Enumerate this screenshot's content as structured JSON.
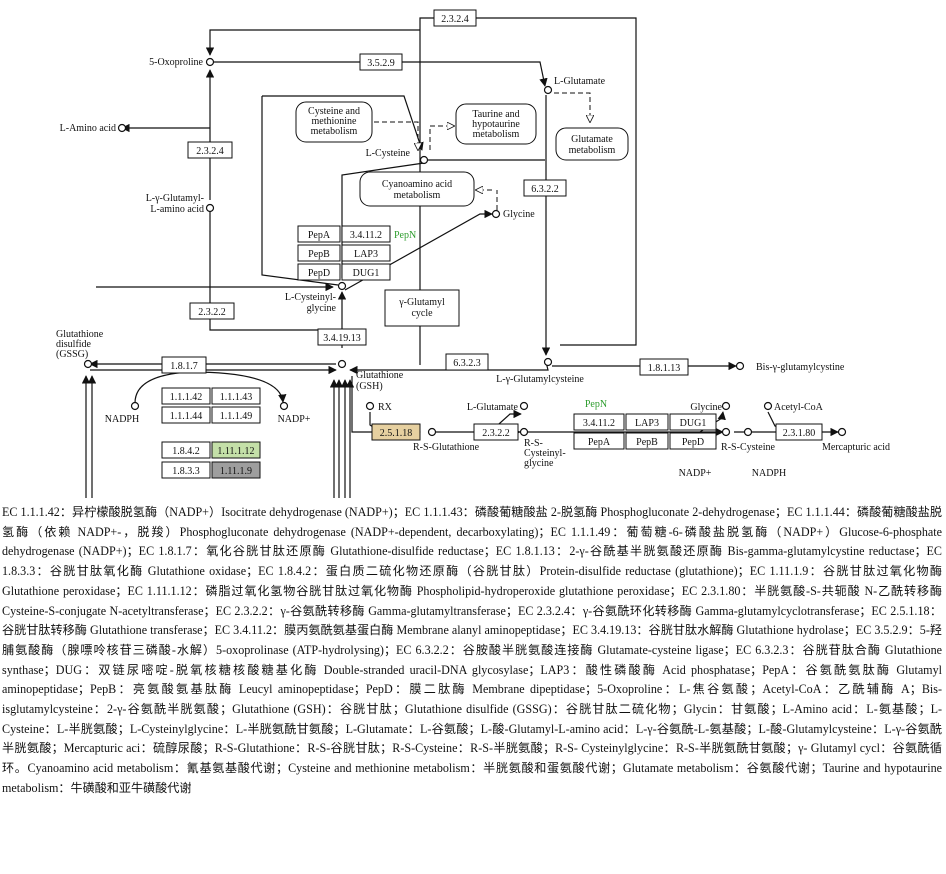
{
  "compounds": {
    "oxoproline": "5-Oxoproline",
    "l_glutamate_top": "L-Glutamate",
    "l_amino_acid": "L-Amino acid",
    "glutamyl_amino_acid_1": "L-γ-Glutamyl-",
    "glutamyl_amino_acid_2": "L-amino acid",
    "l_cysteine": "L-Cysteine",
    "glycine": "Glycine",
    "cysteinylglycine_1": "L-Cysteinyl-",
    "cysteinylglycine_2": "glycine",
    "gssg_1": "Glutathione",
    "gssg_2": "disulfide",
    "gssg_3": "(GSSG)",
    "gsh_1": "Glutathione",
    "gsh_2": "(GSH)",
    "glutamylcysteine": "L-γ-Glutamylcysteine",
    "bis_glutamylcystine": "Bis-γ-glutamylcystine",
    "nadph_left": "NADPH",
    "nadp_left": "NADP+",
    "rx": "RX",
    "l_glutamate_bottom": "L-Glutamate",
    "rs_glutathione": "R-S-Glutathione",
    "rs_cysteinylglycine_1": "R-S-",
    "rs_cysteinylglycine_2": "Cysteinyl-",
    "rs_cysteinylglycine_3": "glycine",
    "glycine_bottom": "Glycine",
    "acetyl_coa": "Acetyl-CoA",
    "rs_cysteine": "R-S-Cysteine",
    "mercapturic_acid": "Mercapturic acid",
    "nadp_right": "NADP+",
    "nadph_right": "NADPH"
  },
  "pathways": {
    "cys_met_1": "Cysteine and",
    "cys_met_2": "methionine",
    "cys_met_3": "metabolism",
    "taurine_1": "Taurine and",
    "taurine_2": "hypotaurine",
    "taurine_3": "metabolism",
    "glu_1": "Glutamate",
    "glu_2": "metabolism",
    "cyano_1": "Cyanoamino acid",
    "cyano_2": "metabolism",
    "cycle_1": "γ-Glutamyl",
    "cycle_2": "cycle"
  },
  "enzymes": {
    "ec_2_3_2_4_top": "2.3.2.4",
    "ec_3_5_2_9": "3.5.2.9",
    "ec_2_3_2_4_left": "2.3.2.4",
    "ec_6_3_2_2": "6.3.2.2",
    "pep_a": "PepA",
    "ec_3_4_11_2": "3.4.11.2",
    "pep_n": "PepN",
    "pep_b": "PepB",
    "lap3": "LAP3",
    "pep_d": "PepD",
    "dug1": "DUG1",
    "ec_2_3_2_2_left": "2.3.2.2",
    "ec_3_4_19_13": "3.4.19.13",
    "ec_1_8_1_7": "1.8.1.7",
    "ec_6_3_2_3": "6.3.2.3",
    "ec_1_8_1_13": "1.8.1.13",
    "ec_1_1_1_42": "1.1.1.42",
    "ec_1_1_1_43": "1.1.1.43",
    "ec_1_1_1_44": "1.1.1.44",
    "ec_1_1_1_49": "1.1.1.49",
    "ec_1_8_4_2": "1.8.4.2",
    "ec_1_11_1_12": "1.11.1.12",
    "ec_1_8_3_3": "1.8.3.3",
    "ec_1_11_1_9": "1.11.1.9",
    "ec_2_5_1_18": "2.5.1.18",
    "ec_2_3_2_2_bottom": "2.3.2.2",
    "pep_n_bottom": "PepN",
    "ec_3_4_11_2_bottom": "3.4.11.2",
    "lap3_bottom": "LAP3",
    "dug1_bottom": "DUG1",
    "pep_a_bottom": "PepA",
    "pep_b_bottom": "PepB",
    "pep_d_bottom": "PepD",
    "ec_2_3_1_80": "2.3.1.80"
  },
  "colors": {
    "highlight_green": "#c4e0a8",
    "highlight_gray": "#9e9e9e",
    "highlight_tan": "#e6d0a0",
    "label_green": "#2e9d2e"
  },
  "caption": "EC 1.1.1.42：异柠檬酸脱氢酶（NADP+）Isocitrate dehydrogenase (NADP+)；EC 1.1.1.43：磷酸葡糖酸盐 2-脱氢酶 Phosphogluconate 2-dehydrogenase；EC 1.1.1.44：磷酸葡糖酸盐脱氢酶（依赖 NADP+-，脱羧）Phosphogluconate dehydrogenase (NADP+-dependent, decarboxylating)；EC 1.1.1.49：葡萄糖-6-磷酸盐脱氢酶（NADP+）Glucose-6-phosphate dehydrogenase (NADP+)；EC 1.8.1.7：氧化谷胱甘肽还原酶 Glutathione-disulfide reductase；EC 1.8.1.13：2-γ-谷酰基半胱氨酸还原酶 Bis-gamma-glutamylcystine reductase；EC 1.8.3.3：谷胱甘肽氧化酶 Glutathione oxidase；EC 1.8.4.2：蛋白质二硫化物还原酶（谷胱甘肽）Protein-disulfide reductase (glutathione)；EC 1.11.1.9：谷胱甘肽过氧化物酶 Glutathione peroxidase；EC 1.11.1.12：磷脂过氧化氢物谷胱甘肽过氧化物酶 Phospholipid-hydroperoxide glutathione peroxidase；EC 2.3.1.80：半胱氨酸-S-共轭酸 N-乙酰转移酶 Cysteine-S-conjugate N-acetyltransferase；EC 2.3.2.2：γ-谷氨酰转移酶 Gamma-glutamyltransferase；EC 2.3.2.4：γ-谷氨酰环化转移酶 Gamma-glutamylcyclotransferase；EC 2.5.1.18：谷胱甘肽转移酶 Glutathione transferase；EC 3.4.11.2：膜丙氨酰氨基蛋白酶 Membrane alanyl aminopeptidase；EC 3.4.19.13：谷胱甘肽水解酶 Glutathione hydrolase；EC 3.5.2.9：5-羟脯氨酸酶（腺嘌呤核苷三磷酸-水解）5-oxoprolinase (ATP-hydrolysing)；EC 6.3.2.2：谷胺酸半胱氨酸连接酶 Glutamate-cysteine ligase；EC 6.3.2.3：谷胱苷肽合酶 Glutathione synthase；DUG：双链尿嘧啶-脱氧核糖核酸糖基化酶 Double-stranded uracil-DNA glycosylase；LAP3：酸性磷酸酶 Acid phosphatase；PepA：谷氨酰氨肽酶 Glutamyl aminopeptidase；PepB：亮氨酸氨基肽酶 Leucyl aminopeptidase；PepD：膜二肽酶 Membrane dipeptidase；5-Oxoproline：L-焦谷氨酸；Acetyl-CoA：乙酰辅酶 A；Bis-isglutamylcysteine：2-γ-谷氨酰半胱氨酸；Glutathione (GSH)：谷胱甘肽；Glutathione disulfide (GSSG)：谷胱甘肽二硫化物；Glycin：甘氨酸；L-Amino acid：L-氨基酸；L-Cysteine：L-半胱氨酸；L-Cysteinylglycine：L-半胱氨酰甘氨酸；L-Glutamate：L-谷氨酸；L-酸-Glutamyl-L-amino acid：L-γ-谷氨酰-L-氨基酸；L-酸-Glutamylcysteine：L-γ-谷氨酰半胱氨酸；Mercapturic aci：硫醇尿酸；R-S-Glutathione：R-S-谷胱甘肽；R-S-Cysteine：R-S-半胱氨酸；R-S- Cysteinylglycine：R-S-半胱氨酰甘氨酸；γ- Glutamyl cycl：谷氨酰循环。Cyanoamino acid metabolism：氰基氨基酸代谢；Cysteine and methionine metabolism：半胱氨酸和蛋氨酸代谢；Glutamate metabolism：谷氨酸代谢；Taurine and hypotaurine metabolism：牛磺酸和亚牛磺酸代谢"
}
